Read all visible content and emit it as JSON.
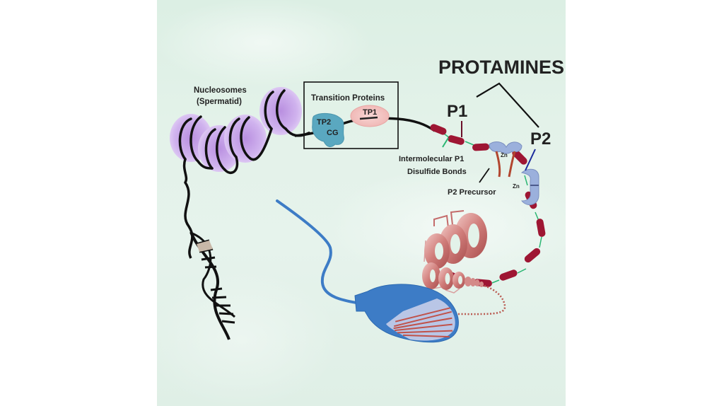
{
  "slide": {
    "title": "PROTAMINES",
    "labels": {
      "nucleosomes_line1": "Nucleosomes",
      "nucleosomes_line2": "(Spermatid)",
      "transition_proteins": "Transition Proteins",
      "tp1": "TP1",
      "tp2": "TP2",
      "cg": "CG",
      "p1": "P1",
      "p2": "P2",
      "zn_1": "Zn",
      "zn_2": "Zn",
      "disulfide_line1": "Intermolecular P1",
      "disulfide_line2": "Disulfide Bonds",
      "p2_precursor": "P2 Precursor"
    },
    "colors": {
      "p1": "#9b1b3f",
      "p2": "#1a2a9c",
      "nucleosome": "#c9a6e6",
      "tp2": "#5aa8c0",
      "tp1": "#f3c2c0",
      "protamine_segment": "#9e1633",
      "toroid": "#c46b6b",
      "sperm": "#3d7cc6",
      "bond": "#2bb673"
    }
  }
}
